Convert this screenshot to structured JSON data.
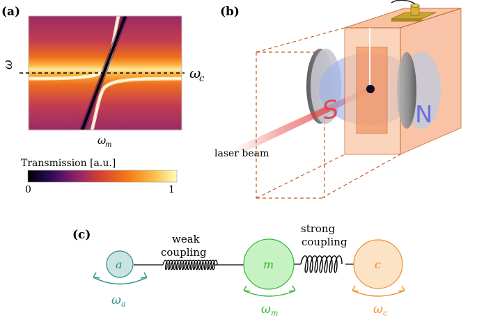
{
  "panels": {
    "a": {
      "label": "(a)",
      "ylabel": "ω",
      "xlabel": "ω",
      "xlabel_sub": "m",
      "line_label": "ω",
      "line_label_sub": "c",
      "colorbar": {
        "title": "Transmission [a.u.]",
        "min_label": "0",
        "max_label": "1"
      }
    },
    "b": {
      "label": "(b)",
      "laser_label": "laser beam",
      "magnet_s": "S",
      "magnet_n": "N"
    },
    "c": {
      "label": "(c)",
      "weak_line1": "weak",
      "weak_line2": "coupling",
      "strong_line1": "strong",
      "strong_line2": "coupling",
      "mode_a": "a",
      "mode_m": "m",
      "mode_c": "c",
      "freq_a": "ω",
      "freq_a_sub": "a",
      "freq_m": "ω",
      "freq_m_sub": "m",
      "freq_c": "ω",
      "freq_c_sub": "c"
    }
  },
  "colors": {
    "teal": "#2a8f84",
    "teal_fill": "#c9e4e2",
    "green": "#32b834",
    "green_fill": "#c6f2c4",
    "orange": "#f08c2a",
    "orange_fill": "#fde3c6",
    "box_fill": "#f9c4a2",
    "box_edge": "#c85a1a",
    "laser": "#e83c3c",
    "magnet_s_text": "#e34a4a",
    "magnet_n_text": "#6a70e8"
  }
}
